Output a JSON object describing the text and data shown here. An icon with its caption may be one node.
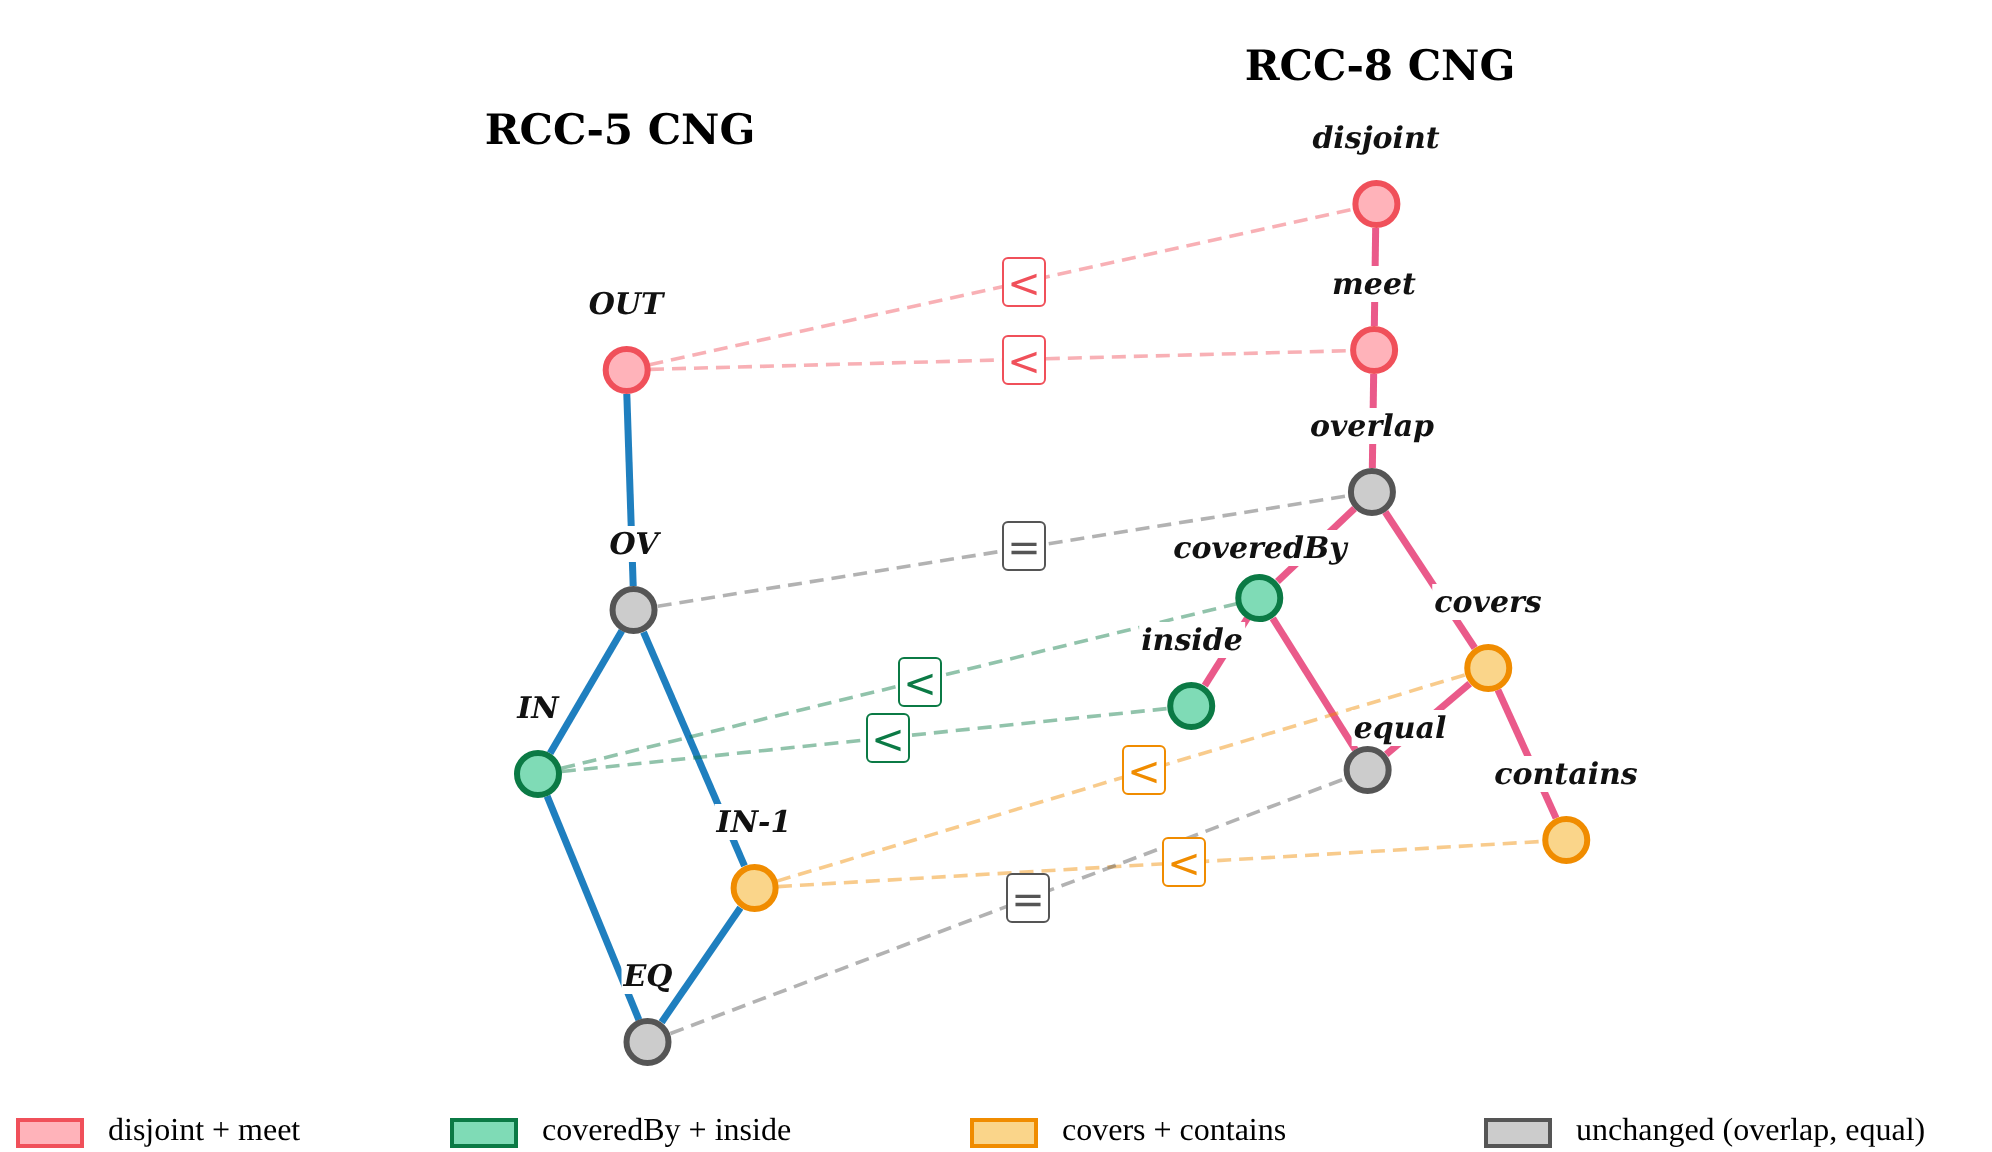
{
  "diagram": {
    "nodes": [
      {
        "text": [
          "OUT"
        ]
      },
      {
        "text": [
          "OV"
        ]
      },
      {
        "text": [
          "IN"
        ]
      },
      {
        "text": [
          "IN-1"
        ]
      },
      {
        "text": [
          "EQ"
        ]
      },
      {
        "text": [
          "disjoint"
        ]
      },
      {
        "text": [
          "meet"
        ]
      },
      {
        "text": [
          "overlap"
        ]
      },
      {
        "text": [
          "coveredBy"
        ]
      },
      {
        "text": [
          "covers"
        ]
      },
      {
        "text": [
          "inside"
        ]
      },
      {
        "text": [
          "equal"
        ]
      },
      {
        "text": [
          "contains"
        ]
      }
    ],
    "edges": [
      {
        "from": 0,
        "to": 1,
        "arrow": "none",
        "color": "#1f7fbf"
      },
      {
        "from": 1,
        "to": 2,
        "arrow": "none",
        "color": "#1f7fbf"
      },
      {
        "from": 1,
        "to": 3,
        "arrow": "none",
        "color": "#1f7fbf"
      },
      {
        "from": 2,
        "to": 4,
        "arrow": "none",
        "color": "#1f7fbf"
      },
      {
        "from": 3,
        "to": 4,
        "arrow": "none",
        "color": "#1f7fbf"
      },
      {
        "from": 5,
        "to": 6,
        "arrow": "none",
        "color": "#ea5a8a"
      },
      {
        "from": 6,
        "to": 7,
        "arrow": "none",
        "color": "#ea5a8a"
      },
      {
        "from": 7,
        "to": 8,
        "arrow": "none",
        "color": "#ea5a8a"
      },
      {
        "from": 7,
        "to": 9,
        "arrow": "none",
        "color": "#ea5a8a"
      },
      {
        "from": 8,
        "to": 10,
        "arrow": "none",
        "color": "#ea5a8a"
      },
      {
        "from": 8,
        "to": 11,
        "arrow": "none",
        "color": "#ea5a8a"
      },
      {
        "from": 9,
        "to": 11,
        "arrow": "none",
        "color": "#ea5a8a"
      },
      {
        "from": 9,
        "to": 12,
        "arrow": "none",
        "color": "#ea5a8a"
      },
      {
        "from": 0,
        "to": 5,
        "arrow": "none",
        "style": "dashed",
        "color": "#f0505a",
        "label": "<"
      },
      {
        "from": 0,
        "to": 6,
        "arrow": "none",
        "style": "dashed",
        "color": "#f0505a",
        "label": "<"
      },
      {
        "from": 1,
        "to": 7,
        "arrow": "none",
        "style": "dashed",
        "color": "#555555",
        "label": "="
      },
      {
        "from": 2,
        "to": 8,
        "arrow": "none",
        "style": "dashed",
        "color": "#0b7a45",
        "label": "<"
      },
      {
        "from": 2,
        "to": 10,
        "arrow": "none",
        "style": "dashed",
        "color": "#0b7a45",
        "label": "<"
      },
      {
        "from": 3,
        "to": 9,
        "arrow": "none",
        "style": "dashed",
        "color": "#f08c00",
        "label": "<"
      },
      {
        "from": 3,
        "to": 12,
        "arrow": "none",
        "style": "dashed",
        "color": "#f08c00",
        "label": "<"
      },
      {
        "from": 4,
        "to": 11,
        "arrow": "none",
        "style": "dashed",
        "color": "#555555",
        "label": "="
      }
    ],
    "labels": [
      "RCC-5 CNG",
      "RCC-8 CNG"
    ],
    "legend": [
      {
        "text": "disjoint + meet",
        "color": "#ffb3ba"
      },
      {
        "text": "coveredBy + inside",
        "color": "#7fdbb6"
      },
      {
        "text": "covers + contains",
        "color": "#fad58a"
      },
      {
        "text": "unchanged (overlap, equal)",
        "color": "#cccccc"
      }
    ]
  }
}
